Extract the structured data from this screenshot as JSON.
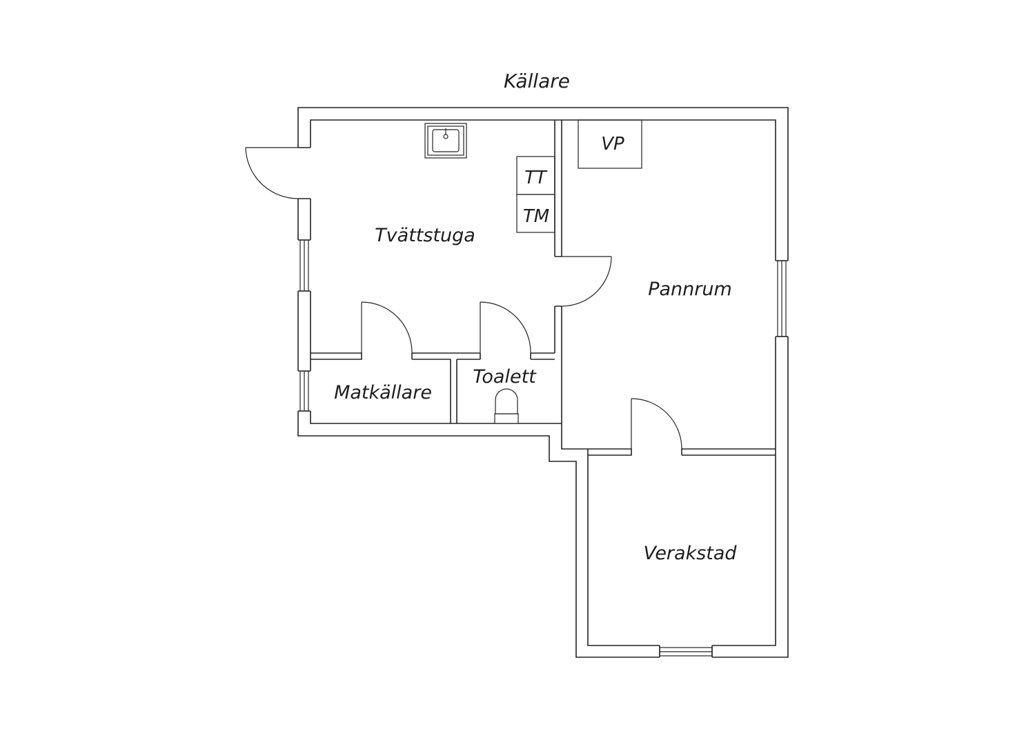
{
  "title": "Källare",
  "rooms": {
    "tvattstuga": "Tvättstuga",
    "pannrum": "Pannrum",
    "matkallare": "Matkällare",
    "toalett": "Toalett",
    "verkstad": "Verakstad"
  },
  "appliances": {
    "vp": "VP",
    "tt": "TT",
    "tm": "TM"
  }
}
